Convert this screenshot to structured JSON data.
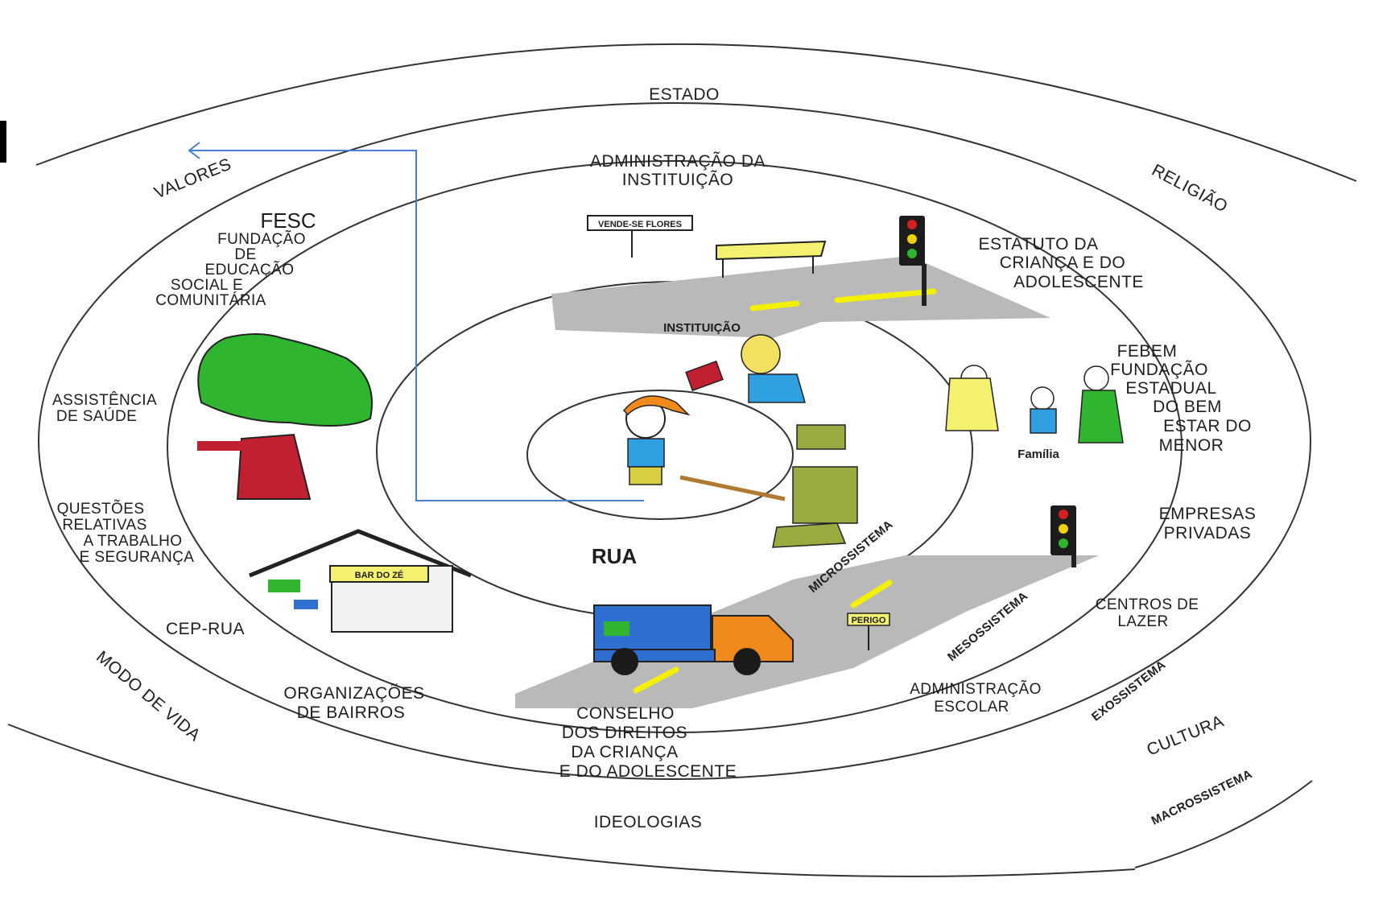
{
  "macro": {
    "estado": "ESTADO",
    "valores": "VALORES",
    "religiao": "RELIGIÃO",
    "modo_de_vida": "MODO DE VIDA",
    "cultura": "CULTURA",
    "ideologias": "IDEOLOGIAS"
  },
  "exo": {
    "administracao_lines": [
      "ADMINISTRAÇÃO DA",
      "INSTITUIÇÃO"
    ],
    "fesc_title": "FESC",
    "fesc_lines": [
      "FUNDAÇÃO",
      "DE",
      "EDUCAÇÃO",
      "SOCIAL E",
      "COMUNITÁRIA"
    ],
    "estatuto_lines": [
      "ESTATUTO DA",
      "CRIANÇA E DO",
      "ADOLESCENTE"
    ],
    "assistencia_lines": [
      "ASSISTÊNCIA",
      "DE SAÚDE"
    ],
    "febem_lines": [
      "FEBEM",
      "FUNDAÇÃO",
      "ESTADUAL",
      "DO BEM",
      "ESTAR DO",
      "MENOR"
    ],
    "questoes_lines": [
      "QUESTÕES",
      "RELATIVAS",
      "A TRABALHO",
      "E SEGURANÇA"
    ],
    "empresas_lines": [
      "EMPRESAS",
      "PRIVADAS"
    ],
    "cep_rua": "CEP-RUA",
    "centros_lines": [
      "CENTROS DE",
      "LAZER"
    ],
    "organizacoes_lines": [
      "ORGANIZAÇÕES",
      "DE BAIRROS"
    ],
    "administracao_escolar_lines": [
      "ADMINISTRAÇÃO",
      "ESCOLAR"
    ],
    "conselho_lines": [
      "CONSELHO",
      "DOS DIREITOS",
      "DA CRIANÇA",
      "E DO ADOLESCENTE"
    ]
  },
  "systems": {
    "micro": "MICROSSISTEMA",
    "meso": "MESOSSISTEMA",
    "exo": "EXOSSISTEMA",
    "macro": "MACROSSISTEMA"
  },
  "scene": {
    "rua": "RUA",
    "instituicao": "INSTITUIÇÃO",
    "familia": "Família",
    "vende_se_flores": "VENDE-SE FLORES",
    "bar_do_ze": "BAR DO ZÉ",
    "perigo": "PERIGO"
  },
  "colors": {
    "arrow": "#4a7fd0",
    "tree": "#2fb52f",
    "trunk": "#c0202f",
    "road": "#b9b9b9",
    "stripe": "#f3f000",
    "truck_blue": "#2f6fd0",
    "truck_orange": "#f08a1c"
  }
}
